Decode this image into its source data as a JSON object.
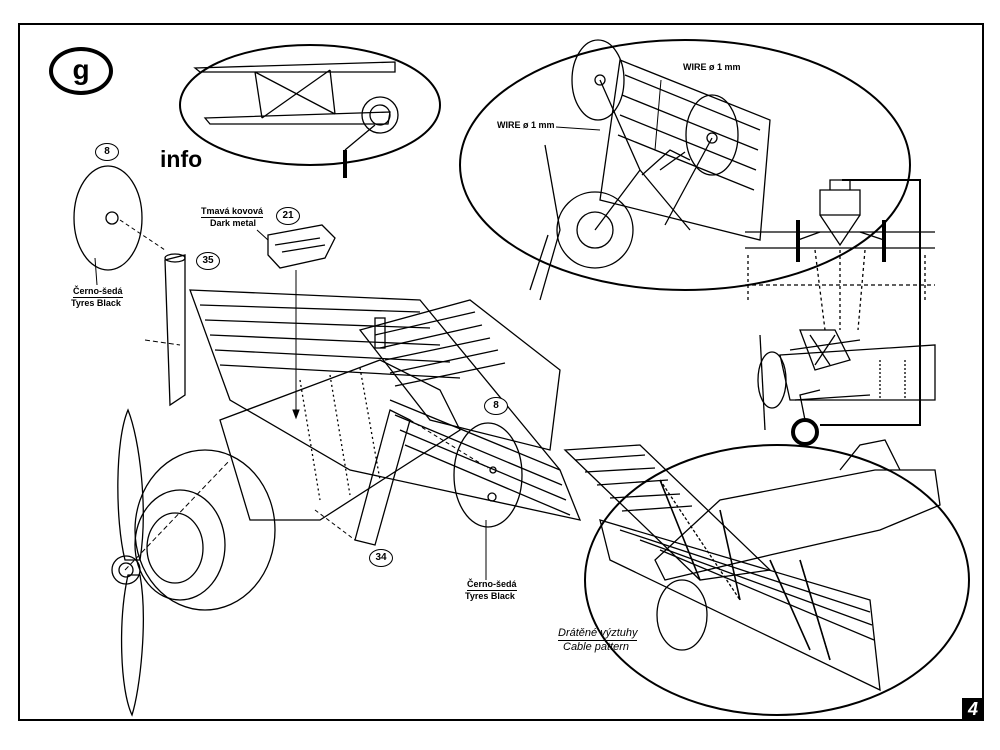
{
  "step_label": "g",
  "info_label": "info",
  "page_number": "4",
  "part_numbers": [
    "8",
    "21",
    "35",
    "8",
    "34"
  ],
  "labels": {
    "tyres_left_cz": "Černo-šedá",
    "tyres_left_en": "Tyres Black",
    "metal_cz": "Tmavá kovová",
    "metal_en": "Dark metal",
    "tyres_right_cz": "Černo-šedá",
    "tyres_right_en": "Tyres Black",
    "wire_top": "WIRE ø 1 mm",
    "wire_left": "WIRE ø 1 mm",
    "cable_cz": "Drátěné výztuhy",
    "cable_en": "Cable pattern"
  }
}
